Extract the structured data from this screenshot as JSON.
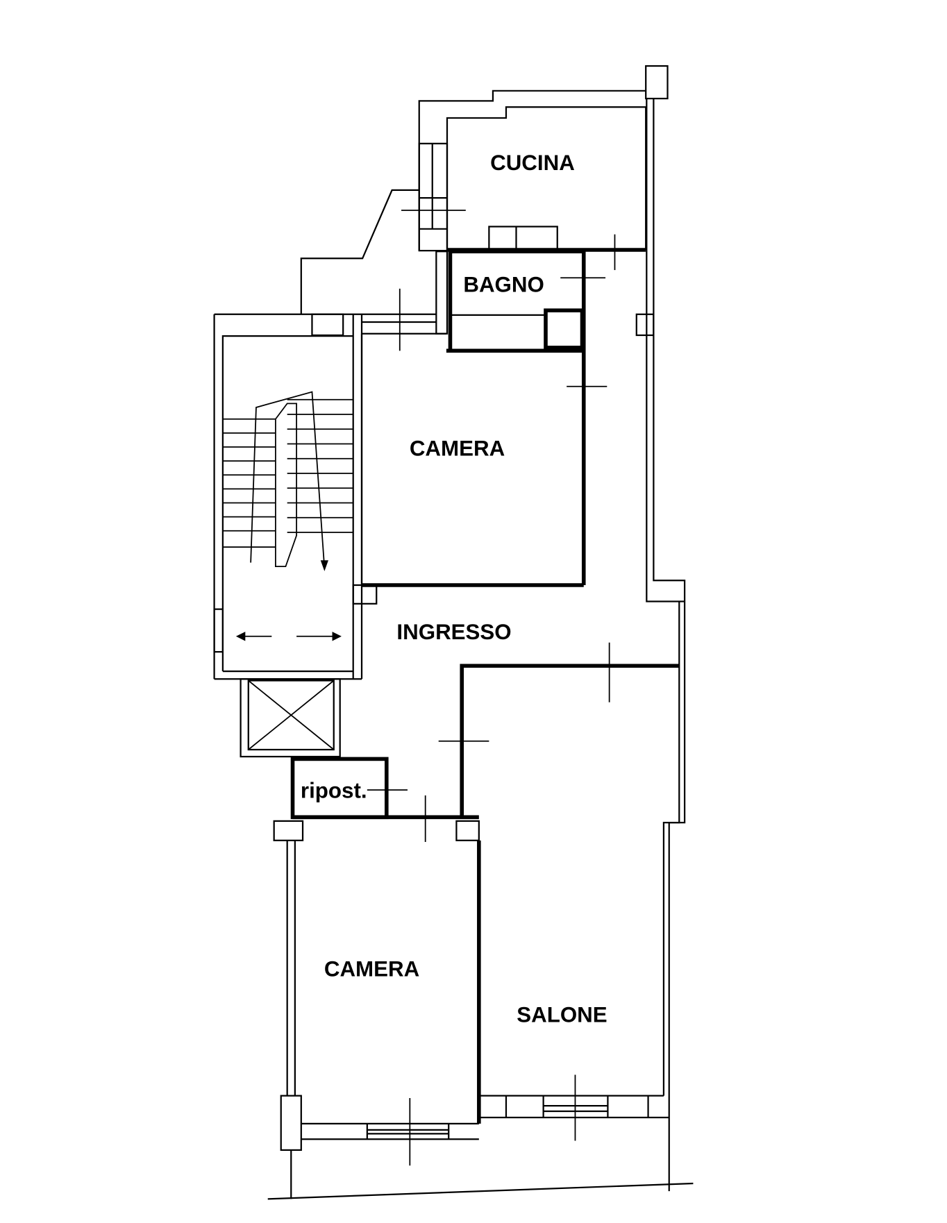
{
  "plan": {
    "rooms": {
      "kitchen": "CUCINA",
      "bathroom": "BAGNO",
      "bedroom_1": "CAMERA",
      "entrance": "INGRESSO",
      "storage": "ripost.",
      "bedroom_2": "CAMERA",
      "living_room": "SALONE"
    }
  }
}
